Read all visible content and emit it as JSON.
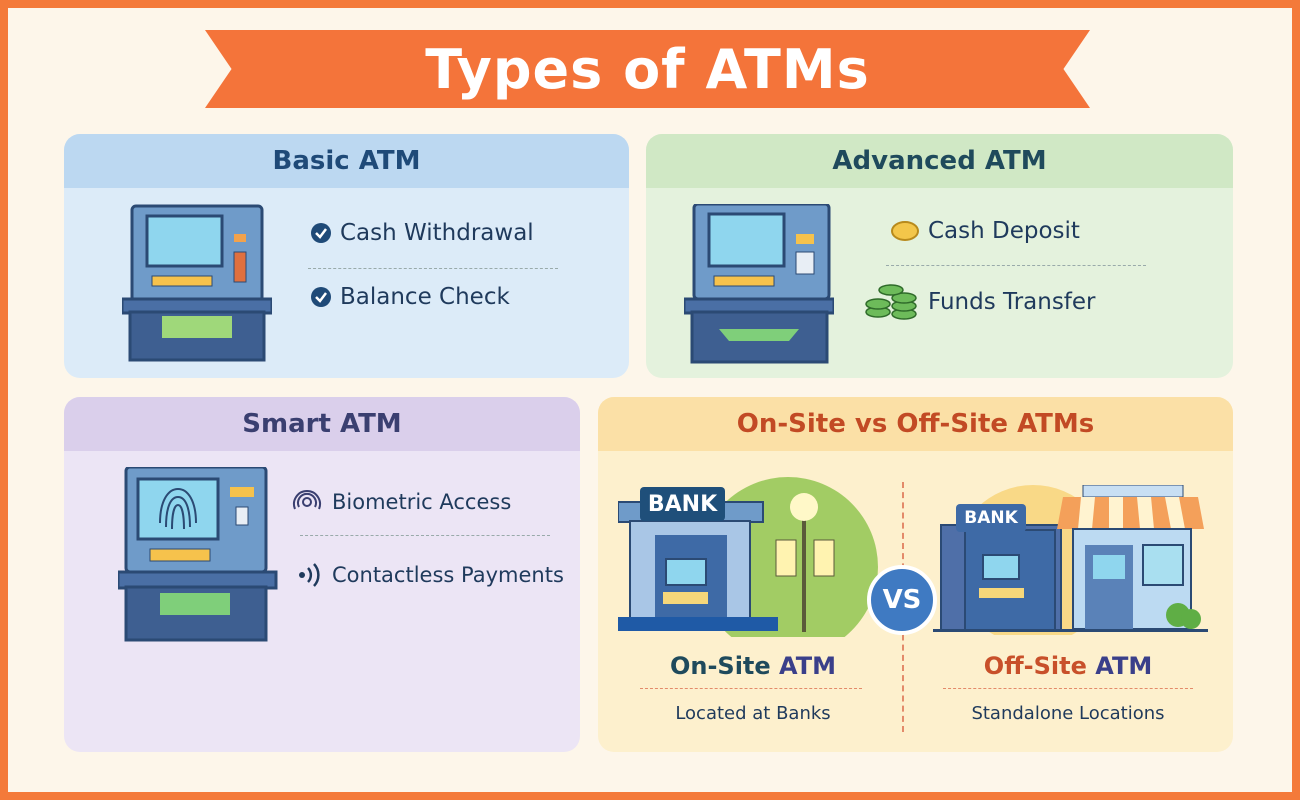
{
  "title": "Types of ATMs",
  "basic": {
    "heading": "Basic ATM",
    "features": [
      "Cash Withdrawal",
      "Balance Check"
    ]
  },
  "advanced": {
    "heading": "Advanced ATM",
    "features": [
      "Cash Deposit",
      "Funds Transfer"
    ]
  },
  "smart": {
    "heading": "Smart ATM",
    "features": [
      "Biometric Access",
      "Contactless Payments"
    ]
  },
  "sites": {
    "heading": "On-Site vs Off-Site ATMs",
    "vs": "VS",
    "bank_sign": "BANK",
    "onsite": {
      "title_a": "On-Site",
      "title_b": "ATM",
      "desc": "Located at Banks"
    },
    "offsite": {
      "title_a": "Off-Site",
      "title_b": "ATM",
      "desc": "Standalone Locations"
    }
  },
  "colors": {
    "border": "#f47a3a",
    "atm_blue": "#3f6aa6",
    "text": "#1f3a5c"
  }
}
